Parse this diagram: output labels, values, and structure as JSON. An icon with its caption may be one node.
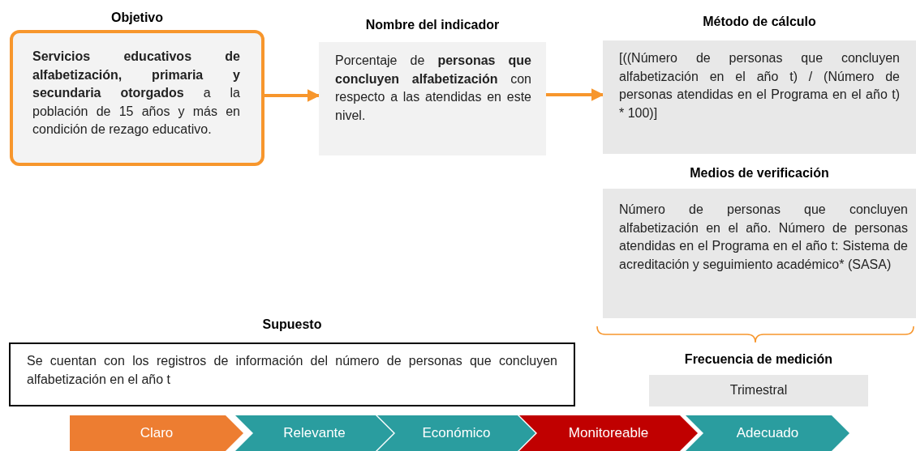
{
  "diagram": {
    "nodes": [
      {
        "text": [
          "Objetivo",
          "**Servicios educativos de alfabetización, primaria y secundaria otorgados** a la población de 15 años y más en condición de rezago educativo."
        ]
      },
      {
        "text": [
          "Nombre del indicador",
          "Porcentaje de **personas que concluyen alfabetización** con respecto a las atendidas en este nivel."
        ]
      },
      {
        "text": [
          "Método de cálculo",
          "[((Número de personas que concluyen alfabetización en el año t) / (Número de personas atendidas en el Programa en el año t) * 100)]"
        ]
      },
      {
        "text": [
          "Medios de verificación",
          "Número de personas que concluyen alfabetización en el año. Número de personas atendidas en el Programa en el año t: Sistema de acreditación y seguimiento académico* (SASA)"
        ]
      },
      {
        "text": [
          "Supuesto",
          "Se cuentan con los registros de información del número de personas que concluyen alfabetización en el año t"
        ]
      },
      {
        "text": [
          "Frecuencia de medición",
          "Trimestral"
        ]
      },
      {
        "text": [
          "Claro"
        ]
      },
      {
        "text": [
          "Relevante"
        ]
      },
      {
        "text": [
          "Económico"
        ]
      },
      {
        "text": [
          "Monitoreable"
        ]
      },
      {
        "text": [
          "Adecuado"
        ]
      }
    ],
    "edges": [
      {
        "from": 0,
        "to": 1,
        "arrow": "to"
      },
      {
        "from": 1,
        "to": 2,
        "arrow": "to"
      }
    ]
  }
}
